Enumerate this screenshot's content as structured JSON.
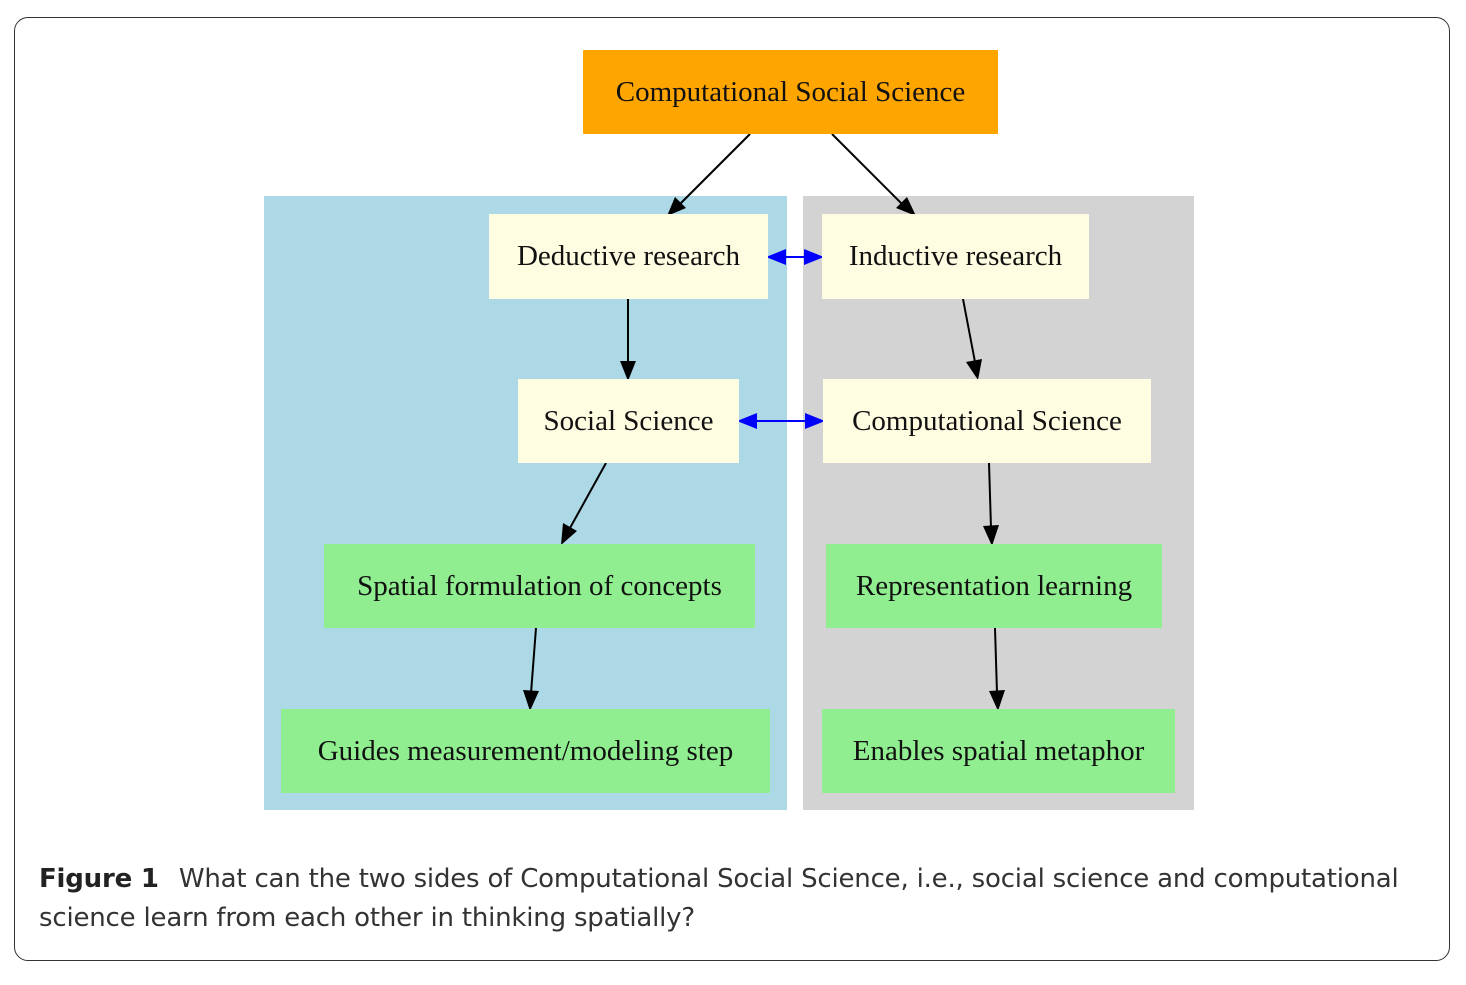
{
  "diagram": {
    "nodes": {
      "root": "Computational Social Science",
      "deductive": "Deductive research",
      "inductive": "Inductive research",
      "social_science": "Social Science",
      "computational_science": "Computational Science",
      "spatial_formulation": "Spatial formulation of concepts",
      "representation_learning": "Representation learning",
      "guides_measurement": "Guides measurement/modeling step",
      "spatial_metaphor": "Enables spatial metaphor"
    },
    "edges": [
      {
        "from": "root",
        "to": "deductive",
        "style": "directed"
      },
      {
        "from": "root",
        "to": "inductive",
        "style": "directed"
      },
      {
        "from": "deductive",
        "to": "inductive",
        "style": "bidirectional"
      },
      {
        "from": "deductive",
        "to": "social_science",
        "style": "directed"
      },
      {
        "from": "inductive",
        "to": "computational_science",
        "style": "directed"
      },
      {
        "from": "social_science",
        "to": "computational_science",
        "style": "bidirectional"
      },
      {
        "from": "social_science",
        "to": "spatial_formulation",
        "style": "directed"
      },
      {
        "from": "computational_science",
        "to": "representation_learning",
        "style": "directed"
      },
      {
        "from": "spatial_formulation",
        "to": "guides_measurement",
        "style": "directed"
      },
      {
        "from": "representation_learning",
        "to": "spatial_metaphor",
        "style": "directed"
      }
    ],
    "colors": {
      "root_fill": "#ffa500",
      "mid_fill": "#fffde1",
      "leaf_fill": "#90ee90",
      "social_cluster": "#add8e6",
      "computational_cluster": "#d3d3d3",
      "directed_edge": "#000000",
      "bidirectional_edge": "#0000ff"
    }
  },
  "caption": {
    "label": "Figure 1",
    "text": "What can the two sides of Computational Social Science, i.e., social science and computational science learn from each other in thinking spatially?"
  }
}
